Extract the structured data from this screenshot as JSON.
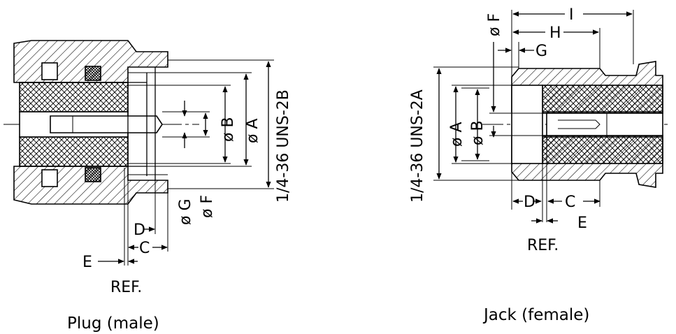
{
  "plug": {
    "caption": "Plug (male)",
    "labels": {
      "A": "ø A",
      "B": "ø B",
      "thread": "1/4-36 UNS-2B",
      "G": "ø G",
      "F": "ø F",
      "D": "D",
      "C": "C",
      "E": "E",
      "ref": "REF."
    }
  },
  "jack": {
    "caption": "Jack (female)",
    "labels": {
      "F": "ø F",
      "I": "I",
      "H": "H",
      "G": "G",
      "A": "ø A",
      "B": "ø B",
      "thread": "1/4-36 UNS-2A",
      "D": "D",
      "C": "C",
      "E": "E",
      "ref": "REF."
    }
  }
}
